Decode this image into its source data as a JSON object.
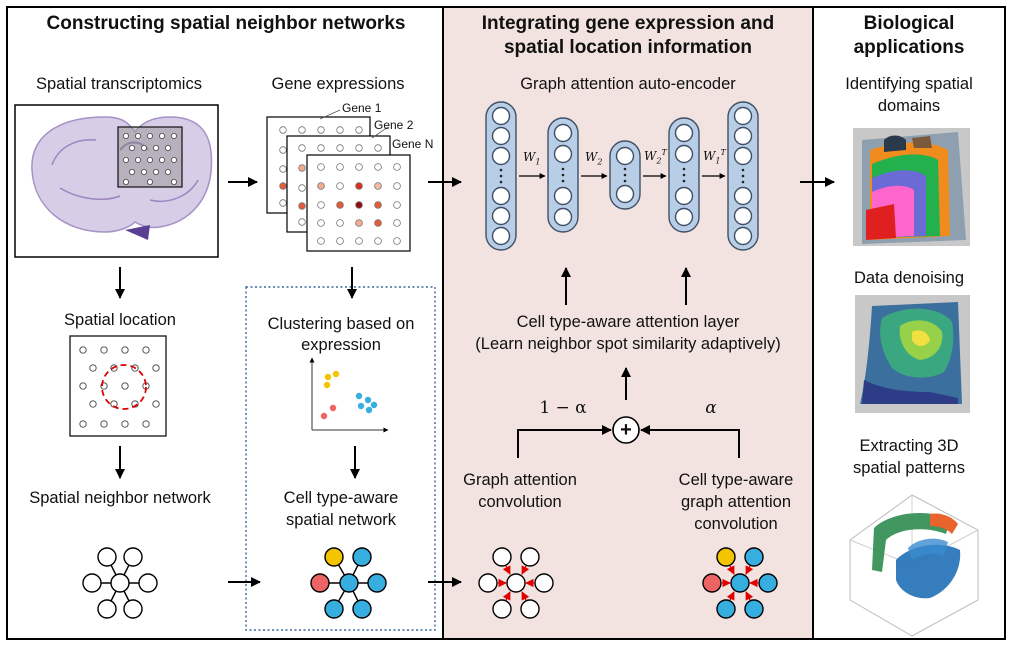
{
  "colors": {
    "middle_panel_bg": "#f2e3e1",
    "node_fill": "#b8cde6",
    "node_stroke": "#3f5066",
    "yellow_cell": "#f5c400",
    "blue_cell": "#37aee0",
    "red_cell": "#ec6464",
    "dashed_red": "#e00000",
    "dotted_blue": "#3a6aa0"
  },
  "sections": {
    "left": {
      "title": "Constructing spatial neighbor networks"
    },
    "middle": {
      "title_line1": "Integrating gene expression and",
      "title_line2": "spatial location information"
    },
    "right": {
      "title_line1": "Biological",
      "title_line2": "applications"
    }
  },
  "left": {
    "spatial_transcriptomics": "Spatial transcriptomics",
    "gene_expressions": "Gene expressions",
    "gene_labels": [
      "Gene 1",
      "Gene 2",
      "Gene N"
    ],
    "spatial_location": "Spatial location",
    "clustering_line1": "Clustering based on",
    "clustering_line2": "expression",
    "spatial_neighbor_network": "Spatial neighbor network",
    "cell_type_aware_line1": "Cell type-aware",
    "cell_type_aware_line2": "spatial network"
  },
  "middle": {
    "autoencoder": "Graph attention auto-encoder",
    "weights": {
      "w1": "W",
      "w1_sub": "1",
      "w2": "W",
      "w2_sub": "2",
      "w2t": "W",
      "w2t_sub": "2",
      "w2t_sup": "T",
      "w1t": "W",
      "w1t_sub": "1",
      "w1t_sup": "T"
    },
    "attention_layer_line1": "Cell type-aware attention layer",
    "attention_layer_line2": "(Learn neighbor spot similarity adaptively)",
    "one_minus_alpha": "1 − α",
    "alpha": "α",
    "plus_symbol": "+",
    "gat_conv_line1": "Graph attention",
    "gat_conv_line2": "convolution",
    "ct_gat_line1": "Cell type-aware",
    "ct_gat_line2": "graph attention",
    "ct_gat_line3": "convolution"
  },
  "right": {
    "identifying_line1": "Identifying spatial",
    "identifying_line2": "domains",
    "denoising": "Data denoising",
    "extracting_line1": "Extracting 3D",
    "extracting_line2": "spatial patterns"
  }
}
